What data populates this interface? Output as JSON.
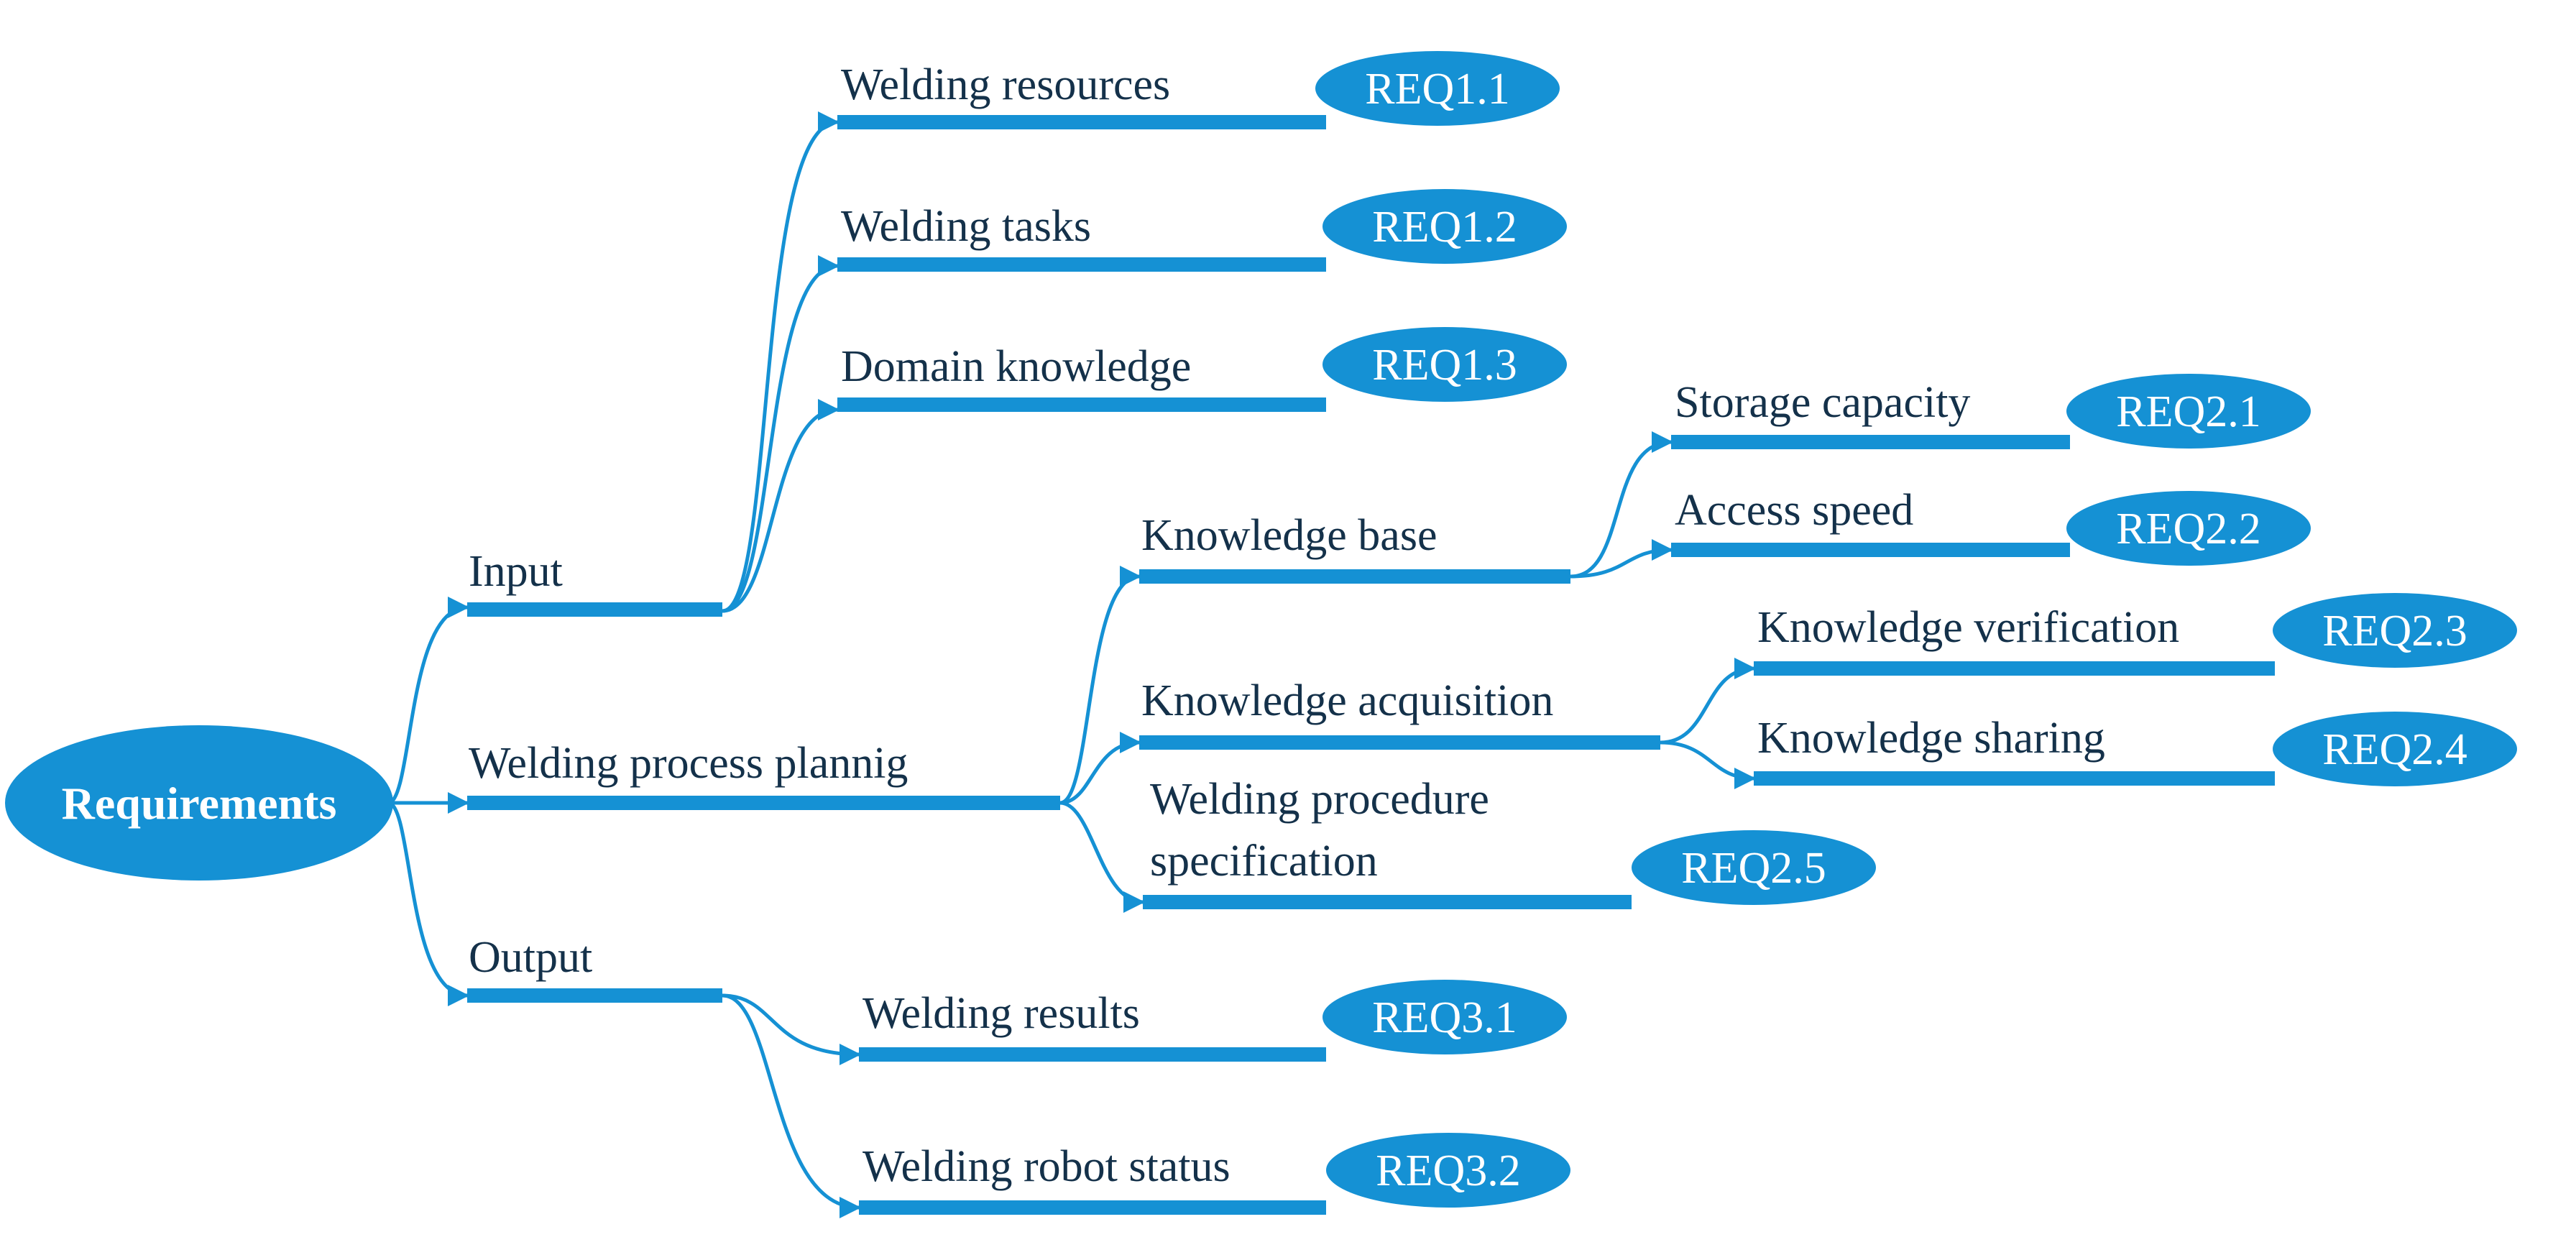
{
  "colors": {
    "accent": "#1591d4",
    "text": "#14314a",
    "badge_text": "#ffffff"
  },
  "root": "Requirements",
  "level1": {
    "input": "Input",
    "planning": "Welding process plannig",
    "output": "Output"
  },
  "input_children": {
    "resources": {
      "label": "Welding resources",
      "req": "REQ1.1"
    },
    "tasks": {
      "label": "Welding tasks",
      "req": "REQ1.2"
    },
    "domain": {
      "label": "Domain knowledge",
      "req": "REQ1.3"
    }
  },
  "planning_children": {
    "kb": "Knowledge base",
    "acq": "Knowledge acquisition",
    "wps_line1": "Welding procedure",
    "wps_line2": "specification",
    "wps_req": "REQ2.5"
  },
  "kb_children": {
    "storage": {
      "label": "Storage capacity",
      "req": "REQ2.1"
    },
    "access": {
      "label": "Access speed",
      "req": "REQ2.2"
    }
  },
  "acq_children": {
    "verification": {
      "label": "Knowledge verification",
      "req": "REQ2.3"
    },
    "sharing": {
      "label": "Knowledge sharing",
      "req": "REQ2.4"
    }
  },
  "output_children": {
    "results": {
      "label": "Welding results",
      "req": "REQ3.1"
    },
    "robot": {
      "label": "Welding robot status",
      "req": "REQ3.2"
    }
  }
}
